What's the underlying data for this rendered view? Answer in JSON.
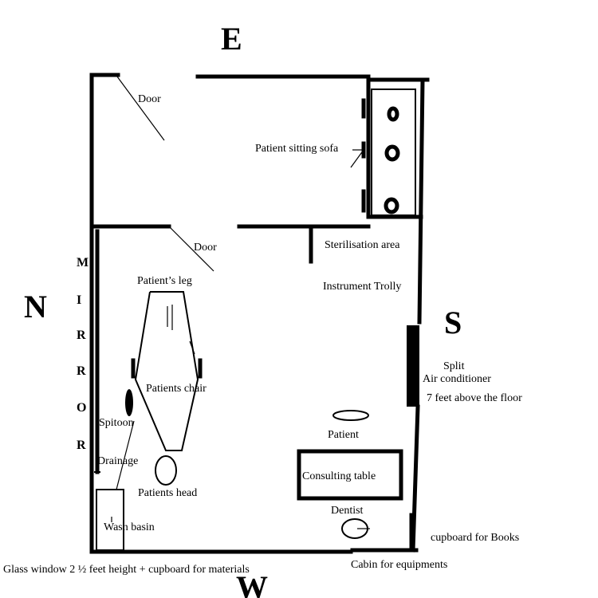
{
  "compass": {
    "east": "E",
    "north": "N",
    "south": "S",
    "west": "W"
  },
  "mirror_letters": [
    "M",
    "I",
    "R",
    "R",
    "O",
    "R"
  ],
  "labels": {
    "door_top": "Door",
    "door_middle": "Door",
    "sofa": "Patient sitting sofa",
    "sterilisation": "Sterilisation area",
    "instrument_trolly": "Instrument Trolly",
    "patients_leg": "Patient’s leg",
    "patients_chair": "Patients chair",
    "spitoon": "Spitoon",
    "drainage": "Drainage",
    "patients_head": "Patients head",
    "wash_basin": "Wash basin",
    "split": "Split",
    "air_conditioner": "Air conditioner",
    "ac_height": "7 feet above the floor",
    "patient": "Patient",
    "consulting_table": "Consulting table",
    "dentist": "Dentist",
    "cupboard_books": "cupboard for Books",
    "glass_window": "Glass window  2 ½ feet height + cupboard for materials",
    "cabin": "Cabin for equipments"
  }
}
